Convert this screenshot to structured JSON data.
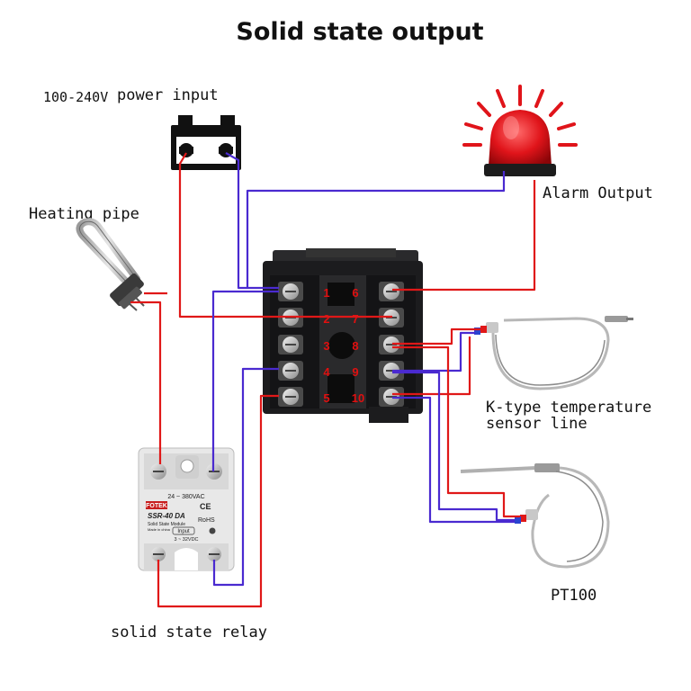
{
  "title": "Solid state output",
  "labels": {
    "power_input_voltage": "100-240V",
    "power_input": "power input",
    "heating_pipe": "Heating pipe",
    "alarm_output": "Alarm Output",
    "k_type_line1": "K-type temperature",
    "k_type_line2": "sensor line",
    "pt100": "PT100",
    "solid_state_relay": "solid state relay"
  },
  "controller": {
    "left_terminals": [
      "1",
      "2",
      "3",
      "4",
      "5"
    ],
    "right_terminals": [
      "6",
      "7",
      "8",
      "9",
      "10"
    ]
  },
  "ssr": {
    "voltage_range": "24 ~ 380VAC",
    "brand": "FOTEK",
    "model": "SSR-40 DA",
    "module_text": "Solid State Module",
    "made_in": "Made in china",
    "ce_mark": "CE",
    "rohs_mark": "RoHS",
    "input_label": "Input",
    "input_range": "3 ~ 32VDC"
  },
  "colors": {
    "wire_red": "#e01818",
    "wire_blue": "#4a2ad0",
    "alarm_red": "#e0141a",
    "controller_body": "#1c1c1e"
  }
}
